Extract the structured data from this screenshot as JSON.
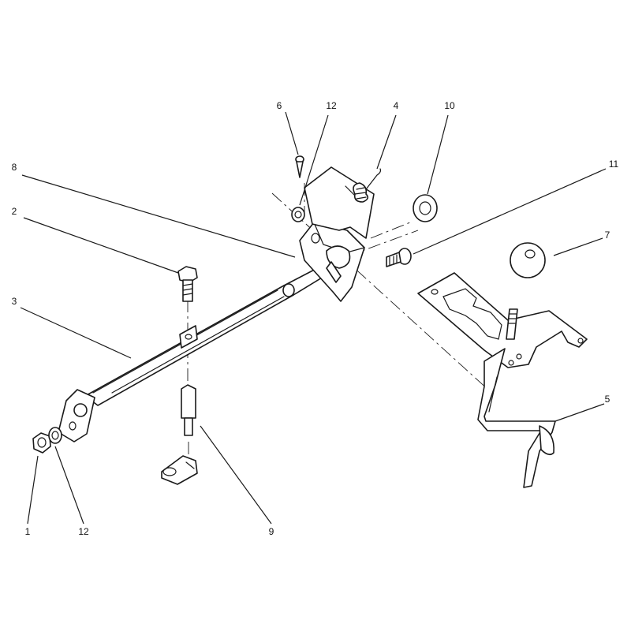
{
  "diagram": {
    "type": "exploded-parts-diagram",
    "callouts": [
      {
        "id": "c1",
        "label": "1"
      },
      {
        "id": "c12a",
        "label": "12"
      },
      {
        "id": "c9",
        "label": "9"
      },
      {
        "id": "c2",
        "label": "2"
      },
      {
        "id": "c3",
        "label": "3"
      },
      {
        "id": "c8",
        "label": "8"
      },
      {
        "id": "c6",
        "label": "6"
      },
      {
        "id": "c12b",
        "label": "12"
      },
      {
        "id": "c4",
        "label": "4"
      },
      {
        "id": "c10",
        "label": "10"
      },
      {
        "id": "c11",
        "label": "11"
      },
      {
        "id": "c7",
        "label": "7"
      },
      {
        "id": "c5",
        "label": "5"
      }
    ]
  }
}
